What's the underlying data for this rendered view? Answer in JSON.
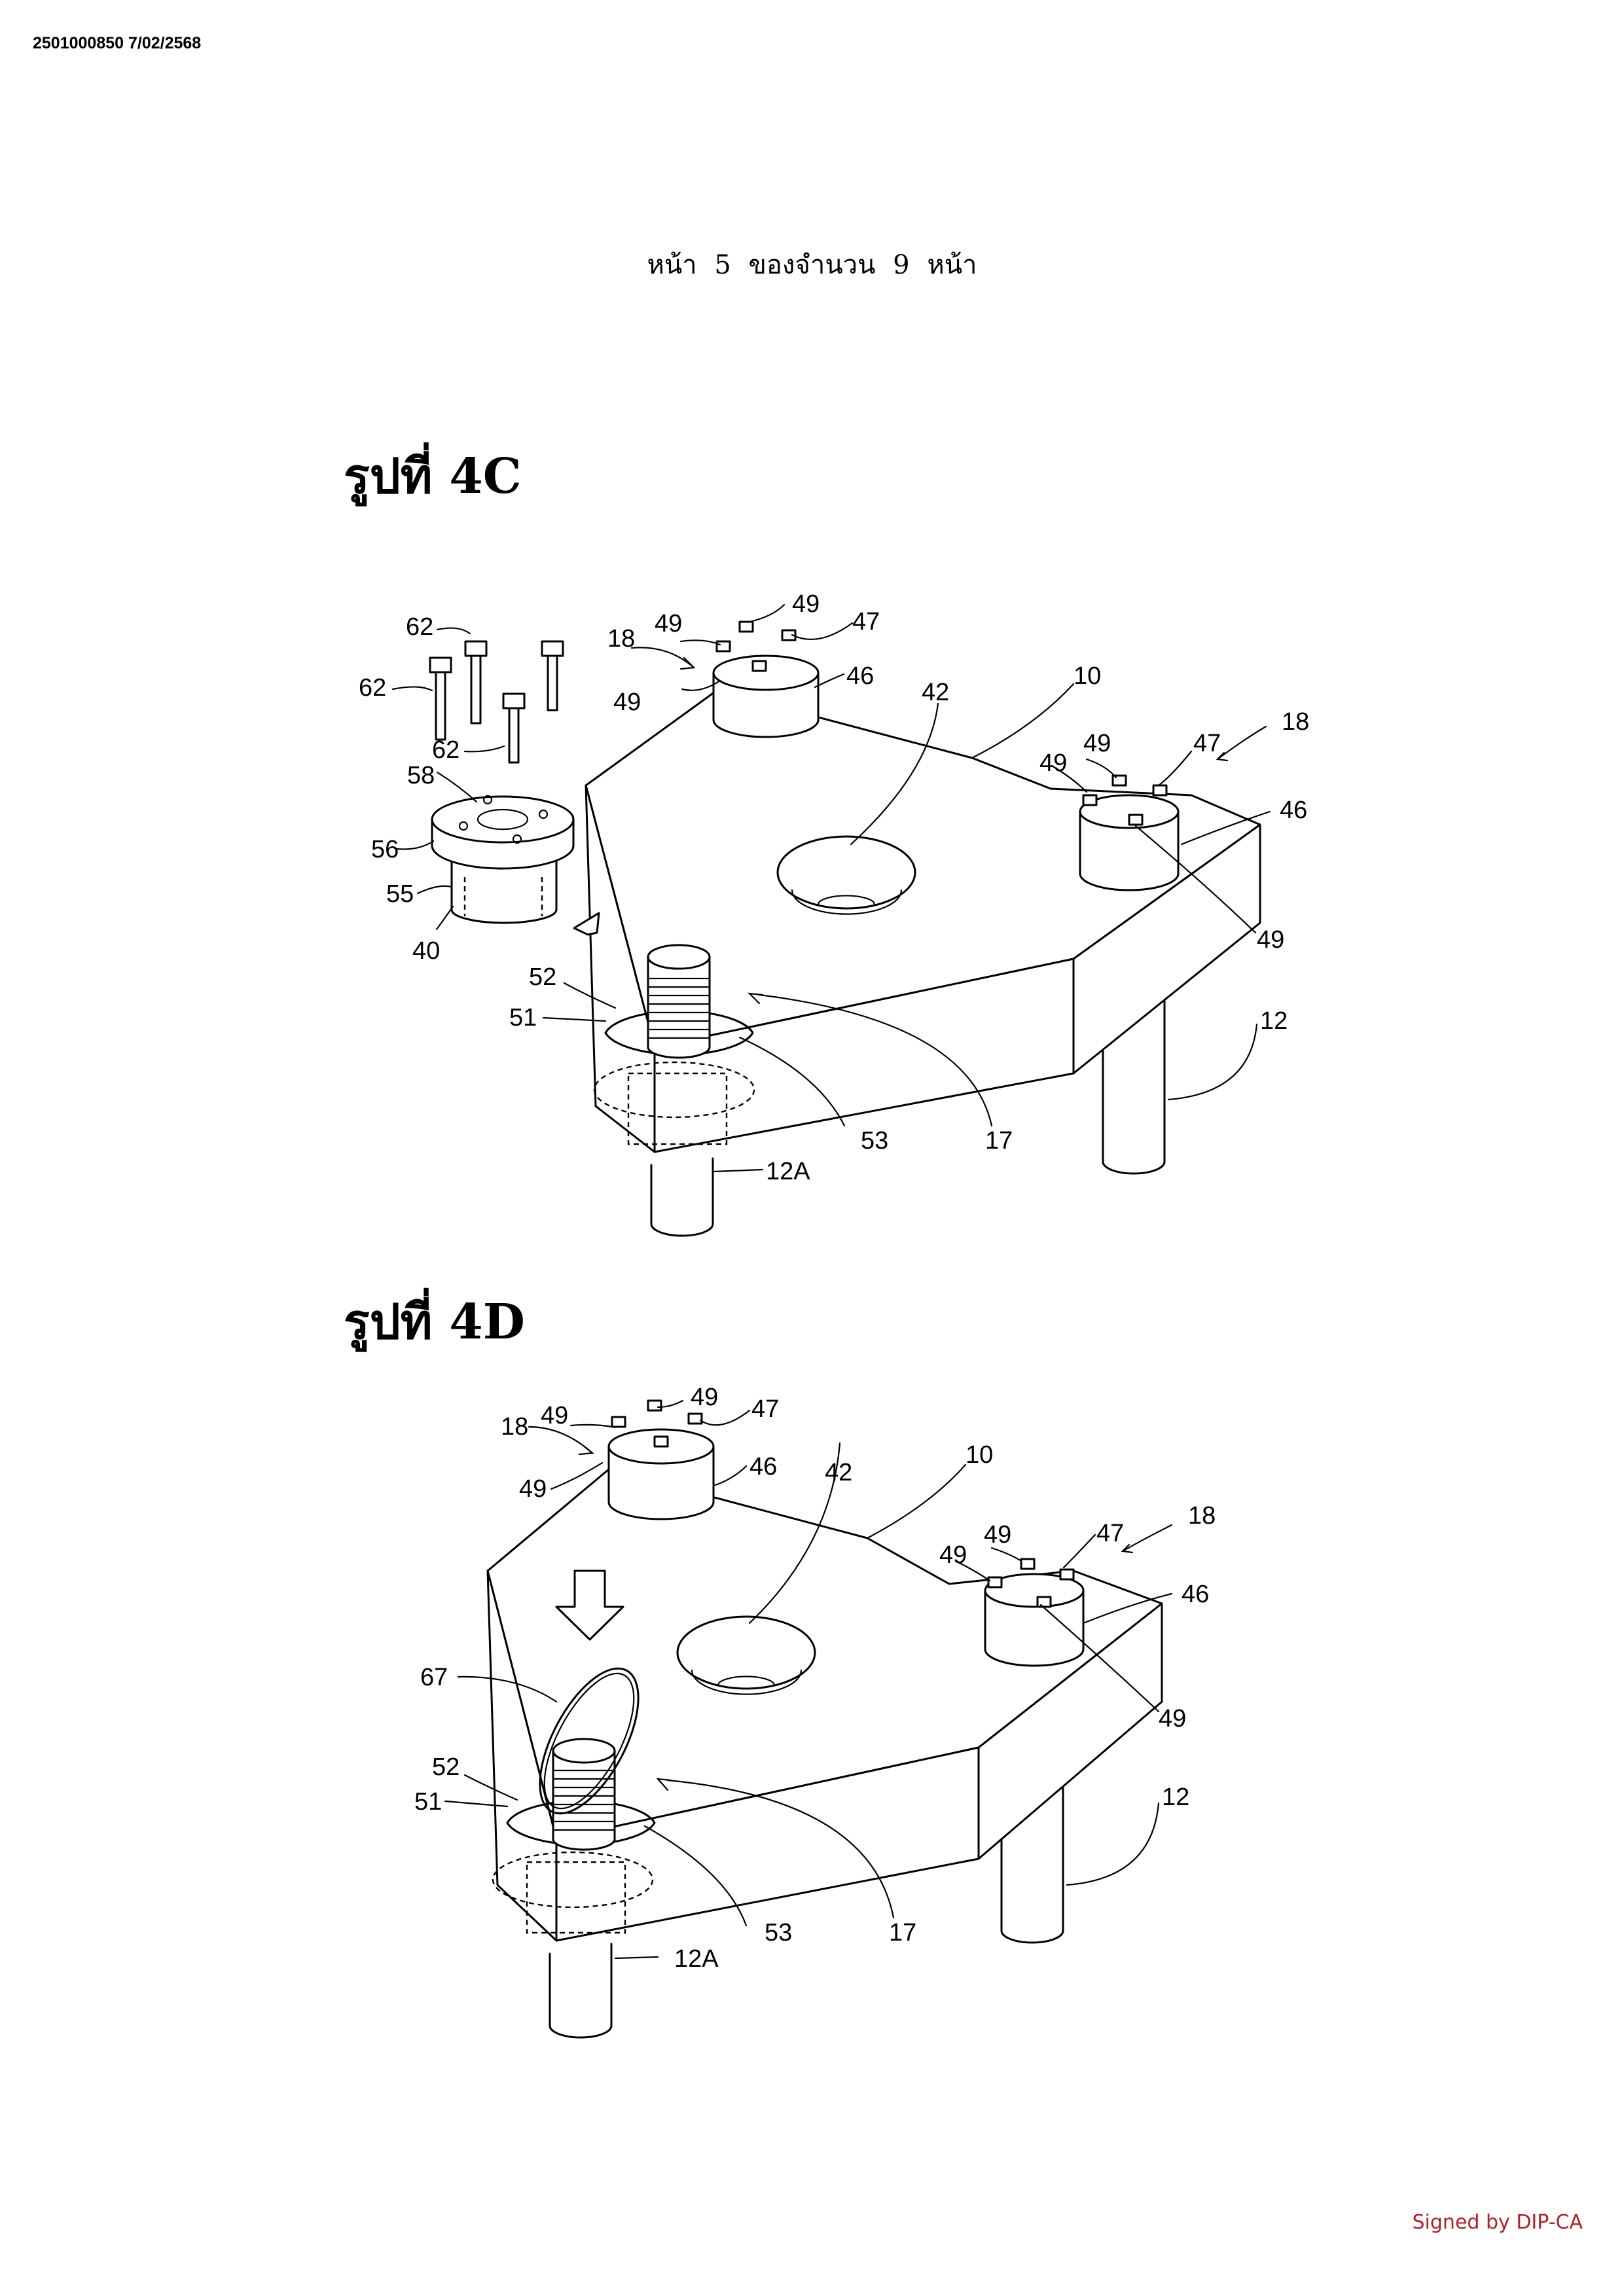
{
  "document": {
    "id_stamp": "2501000850 7/02/2568",
    "page_indicator": "หน้า 5 ของจำนวน 9 หน้า",
    "signature": "Signed by DIP-CA"
  },
  "figures": [
    {
      "title": "รูปที่ 4C",
      "labels": [
        "62",
        "62",
        "62",
        "58",
        "56",
        "55",
        "40",
        "52",
        "51",
        "53",
        "17",
        "12A",
        "12",
        "10",
        "42",
        "18",
        "49",
        "49",
        "49",
        "47",
        "46",
        "18",
        "49",
        "49",
        "47",
        "46",
        "49"
      ]
    },
    {
      "title": "รูปที่ 4D",
      "labels": [
        "18",
        "49",
        "49",
        "49",
        "47",
        "46",
        "42",
        "10",
        "67",
        "52",
        "51",
        "53",
        "17",
        "12A",
        "12",
        "49",
        "49",
        "47",
        "18",
        "46",
        "49"
      ]
    }
  ]
}
